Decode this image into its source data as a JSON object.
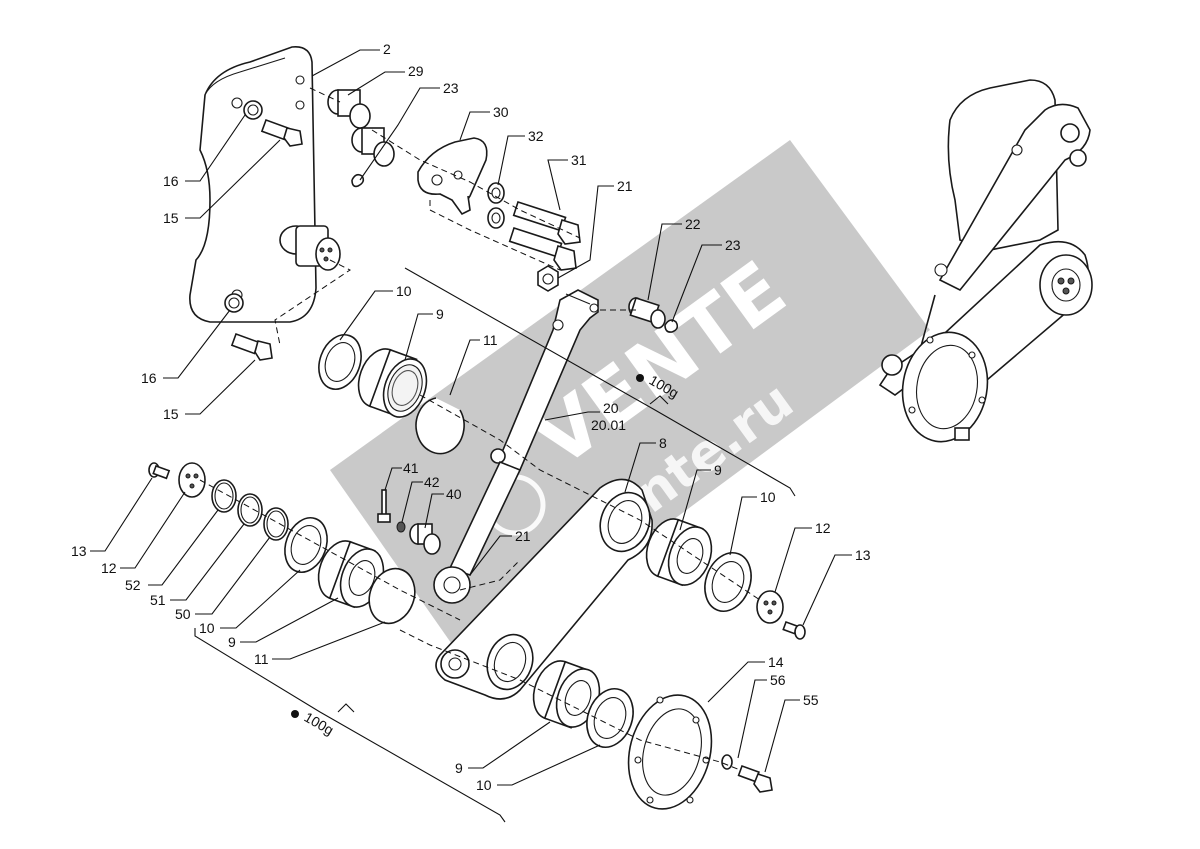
{
  "callouts": [
    {
      "text": "2"
    },
    {
      "text": "29"
    },
    {
      "text": "23"
    },
    {
      "text": "30"
    },
    {
      "text": "32"
    },
    {
      "text": "31"
    },
    {
      "text": "21"
    },
    {
      "text": "22"
    },
    {
      "text": "23"
    },
    {
      "text": "16"
    },
    {
      "text": "15"
    },
    {
      "text": "16"
    },
    {
      "text": "15"
    },
    {
      "text": "10"
    },
    {
      "text": "9"
    },
    {
      "text": "11"
    },
    {
      "text": "20"
    },
    {
      "text": "20.01"
    },
    {
      "text": "8"
    },
    {
      "text": "9"
    },
    {
      "text": "10"
    },
    {
      "text": "12"
    },
    {
      "text": "13"
    },
    {
      "text": "41"
    },
    {
      "text": "42"
    },
    {
      "text": "40"
    },
    {
      "text": "21"
    },
    {
      "text": "13"
    },
    {
      "text": "12"
    },
    {
      "text": "52"
    },
    {
      "text": "51"
    },
    {
      "text": "50"
    },
    {
      "text": "10"
    },
    {
      "text": "9"
    },
    {
      "text": "11"
    },
    {
      "text": "14"
    },
    {
      "text": "56"
    },
    {
      "text": "55"
    },
    {
      "text": "9"
    },
    {
      "text": "10"
    }
  ],
  "grease_notes": [
    {
      "text": "100g"
    },
    {
      "text": "100g"
    }
  ],
  "watermark": {
    "brand": "VENTE",
    "url": "moVente.ru"
  }
}
